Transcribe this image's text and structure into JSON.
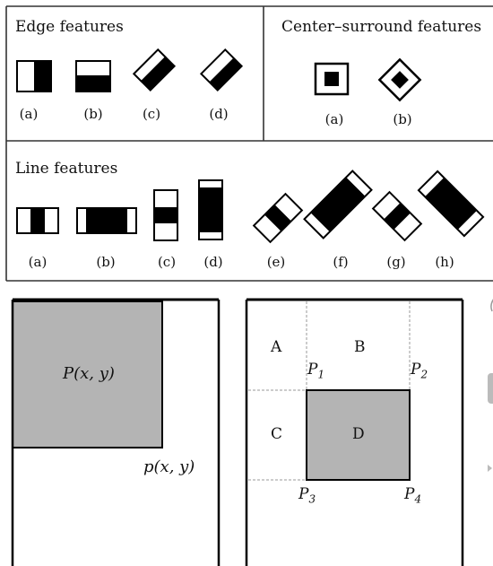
{
  "edge_section": {
    "title": "Edge features",
    "labels": [
      "(a)",
      "(b)",
      "(c)",
      "(d)"
    ]
  },
  "center_section": {
    "title": "Center–surround features",
    "labels": [
      "(a)",
      "(b)"
    ]
  },
  "line_section": {
    "title": "Line features",
    "labels": [
      "(a)",
      "(b)",
      "(c)",
      "(d)",
      "(e)",
      "(f)",
      "(g)",
      "(h)"
    ]
  },
  "integral_left": {
    "region_label": "P(x, y)",
    "point_label": "p(x, y)"
  },
  "integral_right": {
    "regions": [
      "A",
      "B",
      "C",
      "D"
    ],
    "points": [
      {
        "base": "P",
        "sub": "1"
      },
      {
        "base": "P",
        "sub": "2"
      },
      {
        "base": "P",
        "sub": "3"
      },
      {
        "base": "P",
        "sub": "4"
      }
    ]
  },
  "colors": {
    "gray_fill": "#b4b4b4",
    "black": "#000000"
  }
}
